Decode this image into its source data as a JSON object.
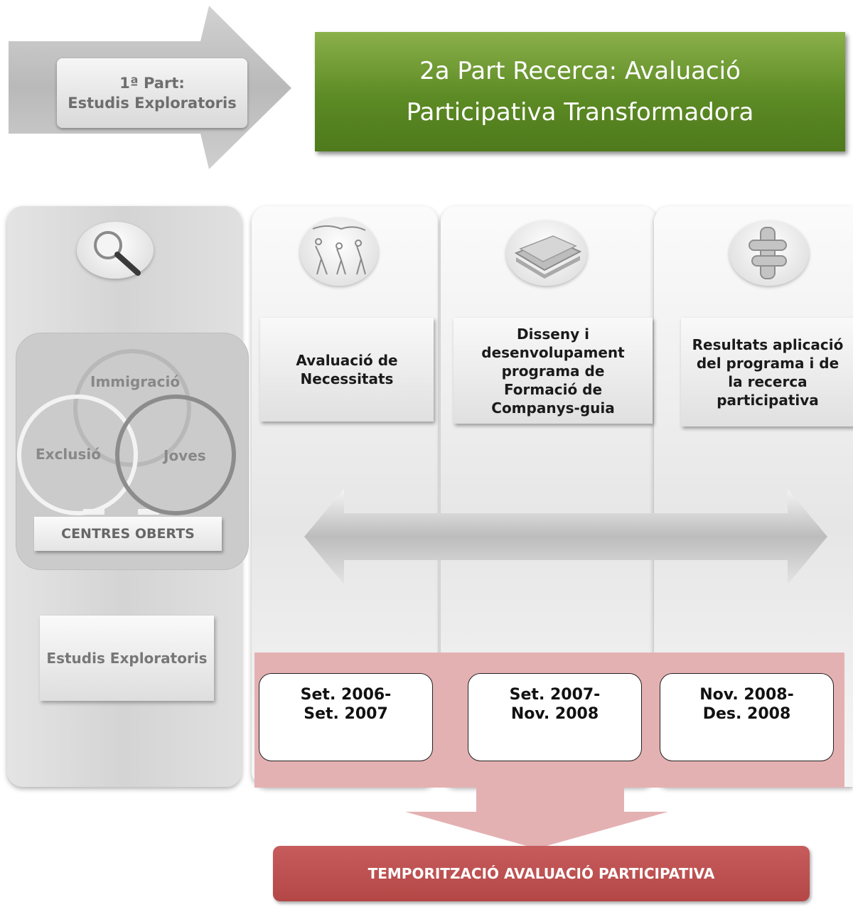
{
  "part1": {
    "line1": "1ª Part:",
    "line2": "Estudis Exploratoris"
  },
  "part2": {
    "line1": "2a Part Recerca: Avaluació",
    "line2": "Participativa Transformadora"
  },
  "venn": {
    "a": "Immigració",
    "b": "Exclusió",
    "c": "Joves",
    "base": "CENTRES OBERTS"
  },
  "left_box": "Estudis Exploratoris",
  "headers": [
    "Avaluació de Necessitats",
    "Disseny  i desenvolupament programa de Formació de Companys-guia",
    "Resultats aplicació del programa i de la recerca participativa"
  ],
  "dates": [
    {
      "line1": "Set. 2006-",
      "line2": "Set. 2007"
    },
    {
      "line1": "Set. 2007-",
      "line2": "Nov. 2008"
    },
    {
      "line1": "Nov. 2008-",
      "line2": "Des. 2008"
    }
  ],
  "bottom_label": "TEMPORITZACIÓ AVALUACIÓ PARTICIPATIVA",
  "colors": {
    "green": "#5c8a24",
    "pink": "#e4b1b3",
    "red": "#b44646",
    "grey": "#cbcbcb"
  },
  "icons": [
    "magnifier-icon",
    "children-drawing-icon",
    "documents-stack-icon",
    "joined-hands-icon"
  ]
}
